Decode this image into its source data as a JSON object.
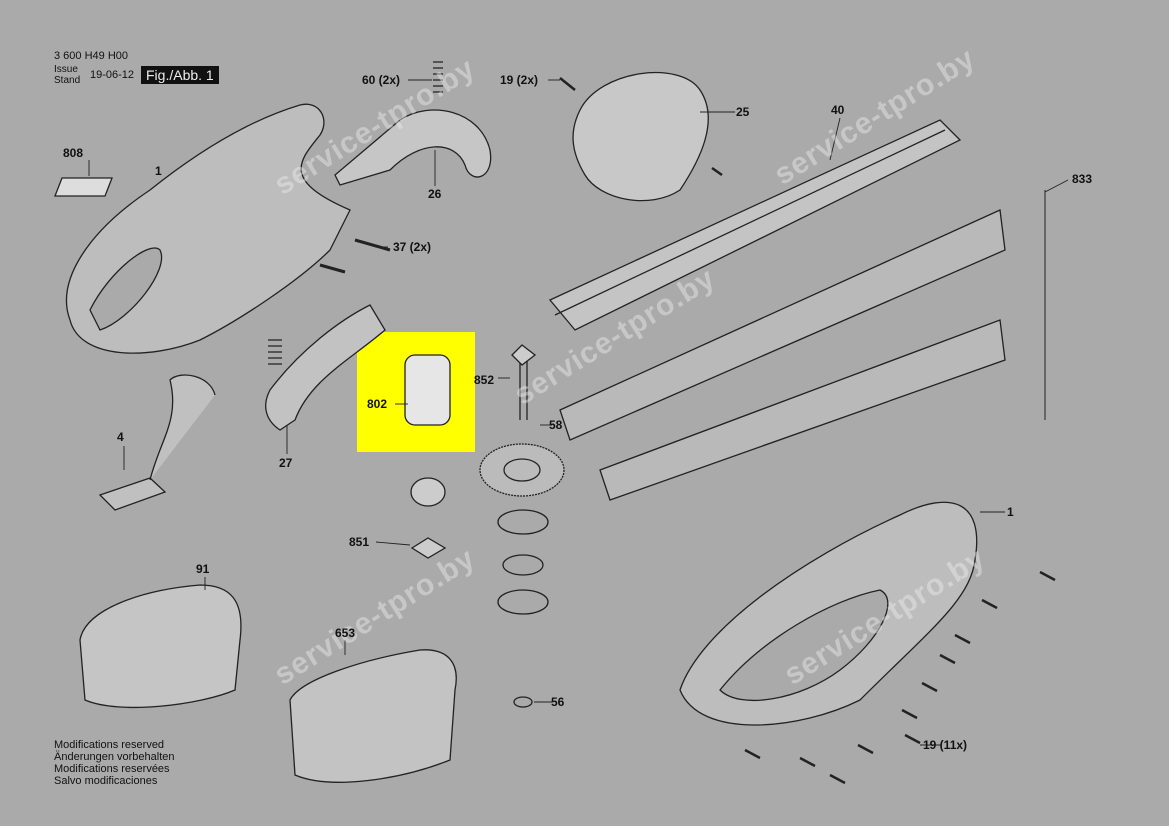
{
  "header": {
    "doc_number": "3 600 H49 H00",
    "issue_label": "Issue",
    "stand_label": "Stand",
    "date": "19-06-12",
    "figure": "Fig./Abb. 1"
  },
  "footer": {
    "lines": [
      "Modifications reserved",
      "Änderungen vorbehalten",
      "Modifications reservées",
      "Salvo modificaciones"
    ]
  },
  "parts": {
    "p808": "808",
    "p1a": "1",
    "p60": "60 (2x)",
    "p26": "26",
    "p19a": "19 (2x)",
    "p25": "25",
    "p40": "40",
    "p833": "833",
    "p37": "37 (2x)",
    "p852": "852",
    "p802": "802",
    "p58": "58",
    "p4": "4",
    "p27": "27",
    "p851": "851",
    "p91": "91",
    "p653": "653",
    "p56": "56",
    "p1b": "1",
    "p19b": "19 (11x)"
  },
  "watermark": "service-tpro.by",
  "colors": {
    "highlight": "#ffff00",
    "background": "#aaaaaa"
  }
}
